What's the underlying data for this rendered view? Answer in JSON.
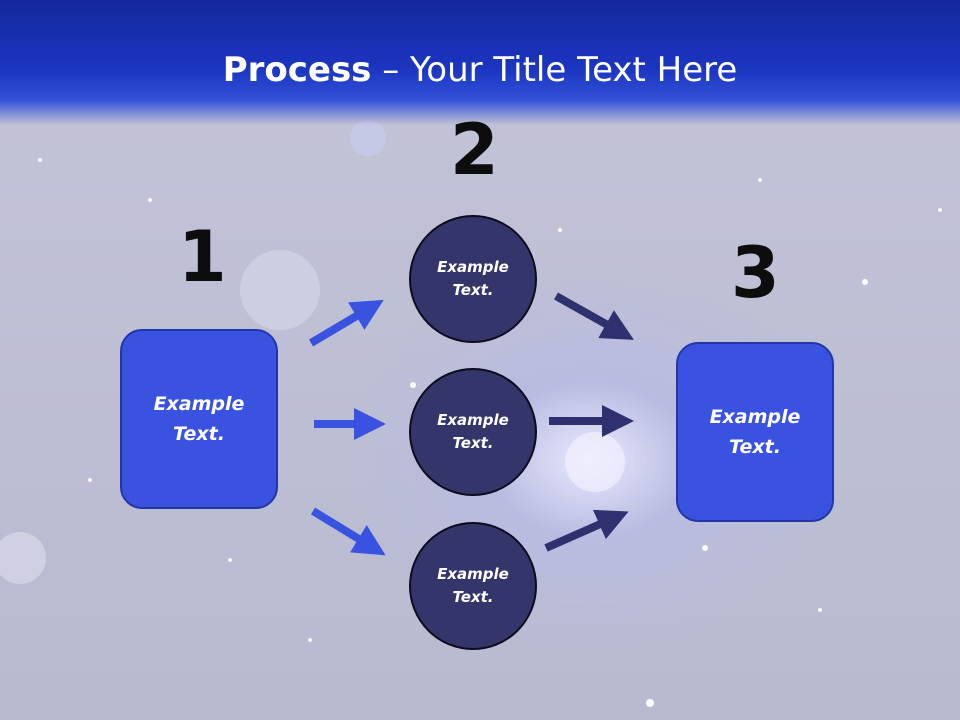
{
  "title": {
    "bold": "Process",
    "rest": " – Your Title Text Here"
  },
  "steps": {
    "one": "1",
    "two": "2",
    "three": "3"
  },
  "left_box": {
    "line1": "Example",
    "line2": "Text."
  },
  "circles": [
    {
      "line1": "Example",
      "line2": "Text."
    },
    {
      "line1": "Example",
      "line2": "Text."
    },
    {
      "line1": "Example",
      "line2": "Text."
    }
  ],
  "right_box": {
    "line1": "Example",
    "line2": "Text."
  },
  "colors": {
    "header": "#1b35c0",
    "box": "#3953e0",
    "circle": "#34356a",
    "arrow_left": "#3953e0",
    "arrow_right": "#2e3070"
  }
}
